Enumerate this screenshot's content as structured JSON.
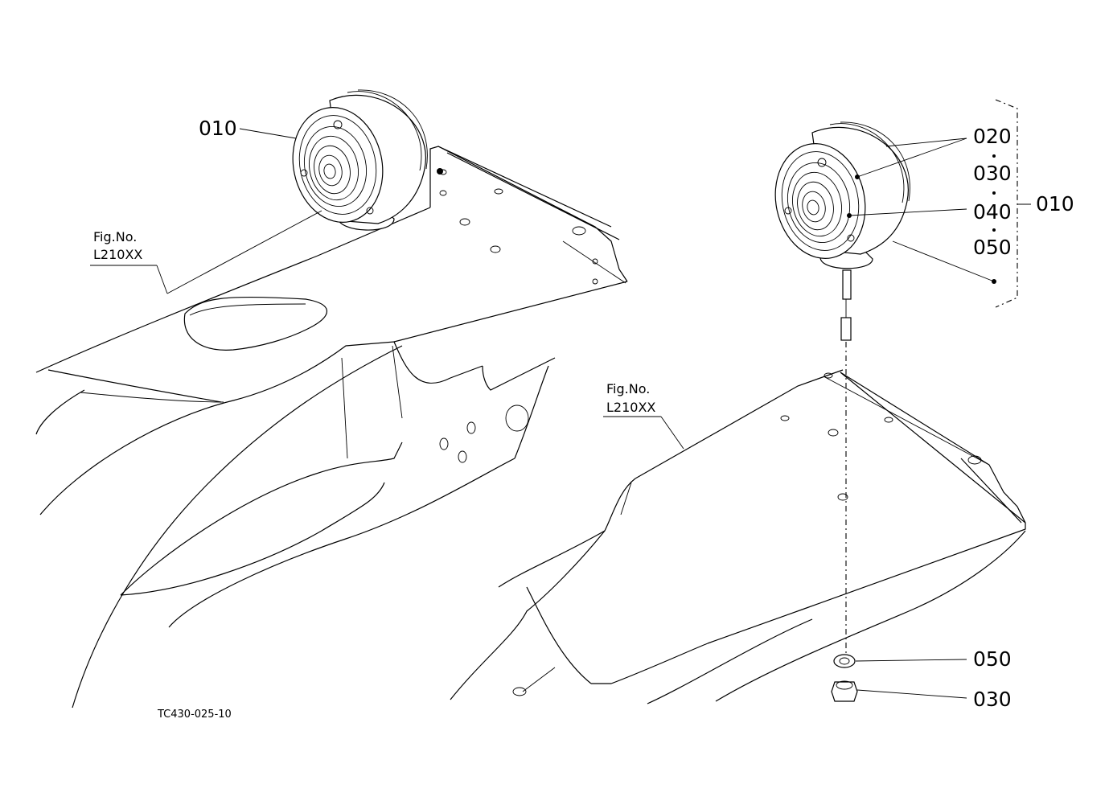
{
  "left_assembly": {
    "callout_010": "010",
    "fig_label_line1": "Fig.No.",
    "fig_label_line2": "L210XX"
  },
  "right_assembly": {
    "callout_020": "020",
    "callout_030": "030",
    "callout_040": "040",
    "callout_050": "050",
    "bracket_callout_010": "010",
    "fig_label_line1": "Fig.No.",
    "fig_label_line2": "L210XX",
    "washer_callout_050": "050",
    "nut_callout_030": "030"
  },
  "drawing_code": "TC430-025-10"
}
